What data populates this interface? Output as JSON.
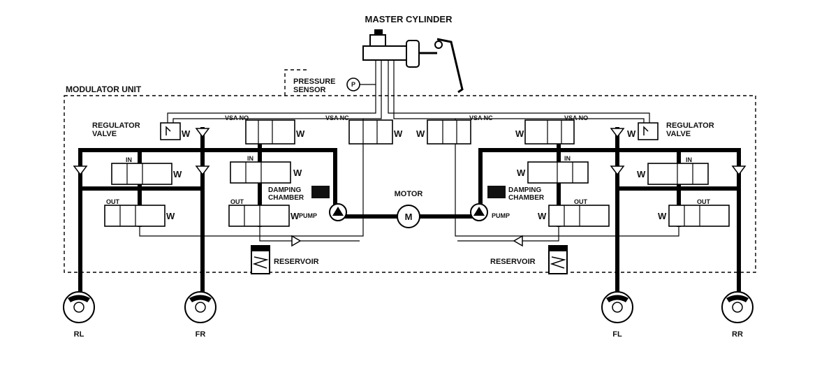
{
  "labels": {
    "master_cylinder": "MASTER CYLINDER",
    "pressure_sensor_line1": "PRESSURE",
    "pressure_sensor_line2": "SENSOR",
    "pressure_symbol": "P",
    "modulator_unit": "MODULATOR UNIT",
    "regulator_valve_line1": "REGULATOR",
    "regulator_valve_line2": "VALVE",
    "vsa_no": "VSA NO",
    "vsa_nc": "VSA NC",
    "in_valve": "IN",
    "out_valve": "OUT",
    "damping_chamber_line1": "DAMPING",
    "damping_chamber_line2": "CHAMBER",
    "pump": "PUMP",
    "motor": "MOTOR",
    "motor_symbol": "M",
    "reservoir": "RESERVOIR",
    "spring_symbol": "W"
  },
  "wheels": [
    "RL",
    "FR",
    "FL",
    "RR"
  ]
}
